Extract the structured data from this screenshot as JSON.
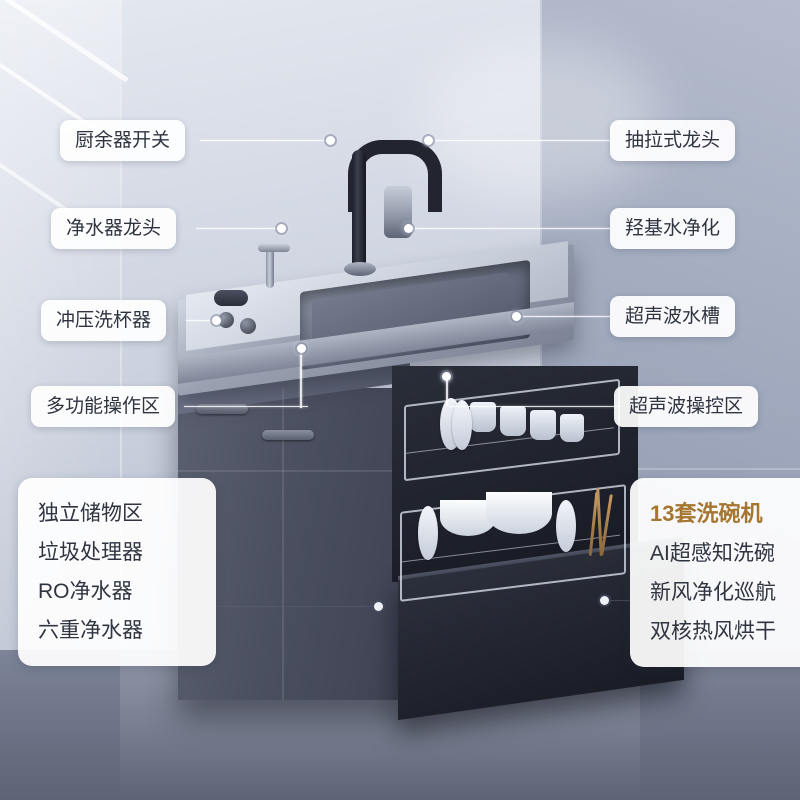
{
  "scene": {
    "description": "厨房集成水槽洗碗机产品图",
    "accent_color": "#a5762f",
    "tag_bg": "#ffffff",
    "text_color": "#2f3440"
  },
  "callouts": {
    "left": [
      {
        "label": "厨余器开关"
      },
      {
        "label": "净水器龙头"
      },
      {
        "label": "冲压洗杯器"
      },
      {
        "label": "多功能操作区"
      }
    ],
    "right": [
      {
        "label": "抽拉式龙头"
      },
      {
        "label": "羟基水净化"
      },
      {
        "label": "超声波水槽"
      },
      {
        "label": "超声波操控区"
      }
    ]
  },
  "groups": {
    "left": {
      "items": [
        {
          "label": "独立储物区"
        },
        {
          "label": "垃圾处理器"
        },
        {
          "label": "RO净水器"
        },
        {
          "label": "六重净水器"
        }
      ]
    },
    "right": {
      "items": [
        {
          "label": "13套洗碗机",
          "accent": true
        },
        {
          "label": "AI超感知洗碗",
          "accent": false
        },
        {
          "label": "新风净化巡航",
          "accent": false
        },
        {
          "label": "双核热风烘干",
          "accent": false
        }
      ]
    }
  },
  "icons": {
    "marker": "callout-dot"
  }
}
